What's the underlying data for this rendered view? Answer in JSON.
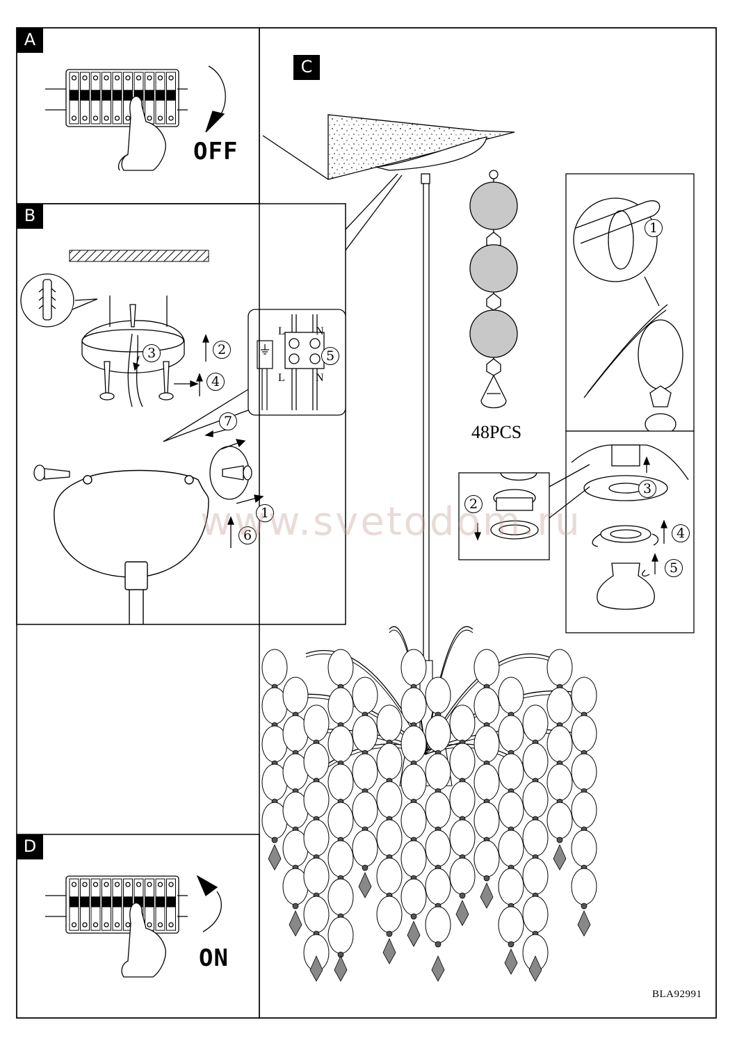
{
  "panels": {
    "a": {
      "tag": "A",
      "switch_label": "OFF"
    },
    "b": {
      "tag": "B",
      "terminal_labels": {
        "live_top": "L",
        "neutral_top": "N",
        "live_bottom": "L",
        "neutral_bottom": "N"
      }
    },
    "c": {
      "tag": "C",
      "pendant_count": "48PCS"
    },
    "d": {
      "tag": "D",
      "switch_label": "ON"
    }
  },
  "steps": {
    "b_canopy": [
      "2",
      "3",
      "4"
    ],
    "b_terminal": "5",
    "b_cover": [
      "7",
      "1",
      "6"
    ],
    "c_hook": "1",
    "c_socket": [
      "2",
      "3",
      "4",
      "5"
    ]
  },
  "watermark": "www.svetodom.ru",
  "model_code": "BLA92991",
  "icons": [
    "circuit-breaker-panel-icon",
    "pointing-hand-icon",
    "rotation-arrow-icon",
    "wall-plug-icon",
    "screw-icon",
    "terminal-block-icon",
    "ground-symbol-icon",
    "light-bulb-icon",
    "chandelier-illustration"
  ],
  "colors": {
    "line": "#000000",
    "disc_fill": "#c8c8c8",
    "tag_bg": "#000000",
    "watermark": "#c3a096"
  }
}
